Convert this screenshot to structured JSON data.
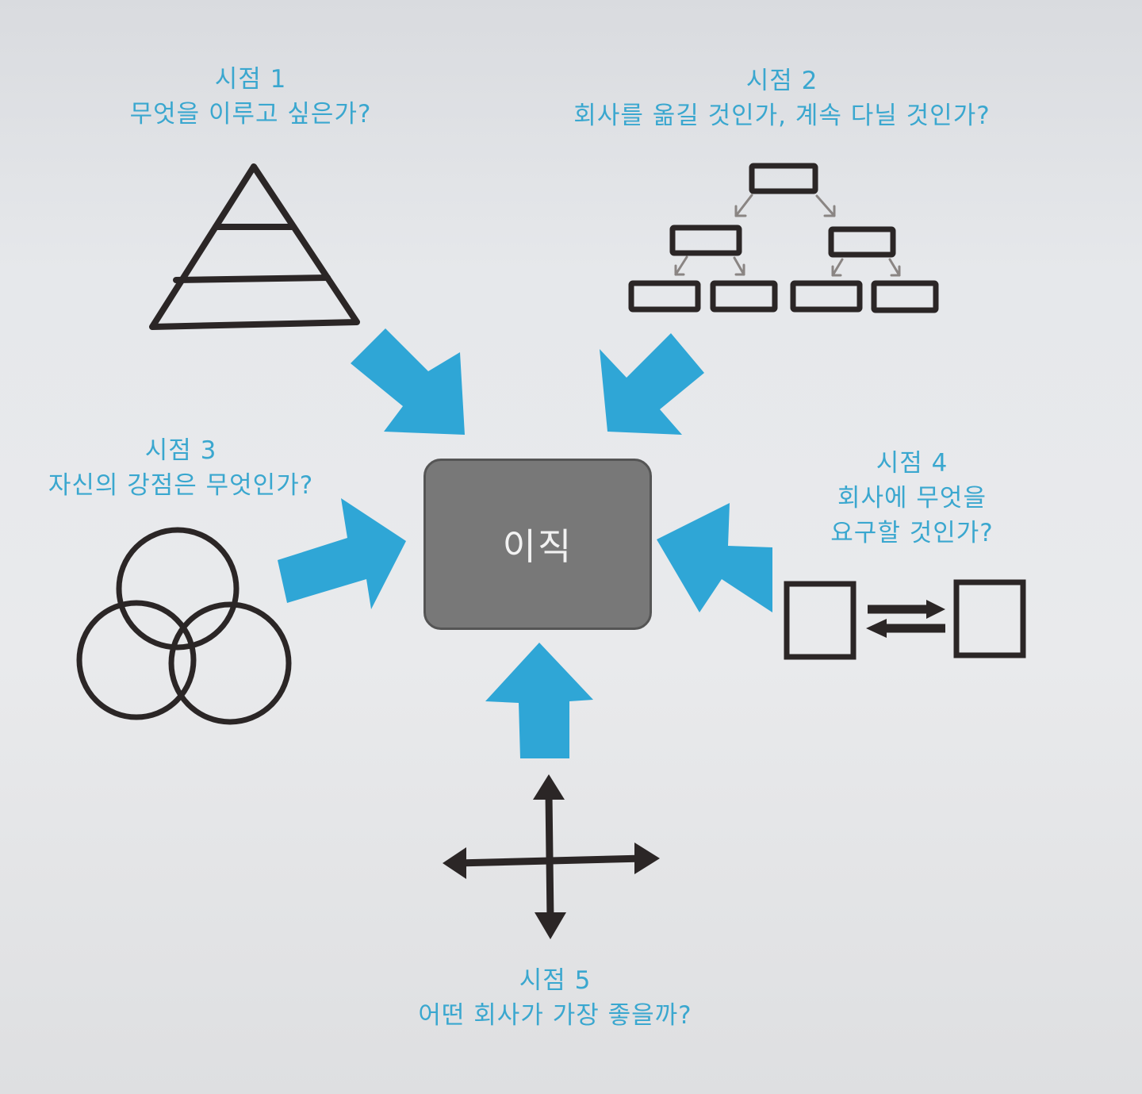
{
  "center": {
    "label": "이직"
  },
  "viewpoints": [
    {
      "title": "시점 1",
      "question": "무엇을 이루고 싶은가?",
      "icon": "pyramid-icon"
    },
    {
      "title": "시점 2",
      "question": "회사를 옮길 것인가, 계속 다닐 것인가?",
      "icon": "tree-hierarchy-icon"
    },
    {
      "title": "시점 3",
      "question": "자신의 강점은 무엇인가?",
      "icon": "venn-diagram-icon"
    },
    {
      "title": "시점 4",
      "question_lines": [
        "회사에 무엇을",
        "요구할 것인가?"
      ],
      "icon": "exchange-arrows-icon"
    },
    {
      "title": "시점 5",
      "question": "어떤 회사가 가장 좋을까?",
      "icon": "four-way-arrows-icon"
    }
  ],
  "colors": {
    "accent": "#3aa7cf",
    "arrow": "#2fa6d6",
    "center_box": "#787878",
    "ink": "#2b2626"
  }
}
